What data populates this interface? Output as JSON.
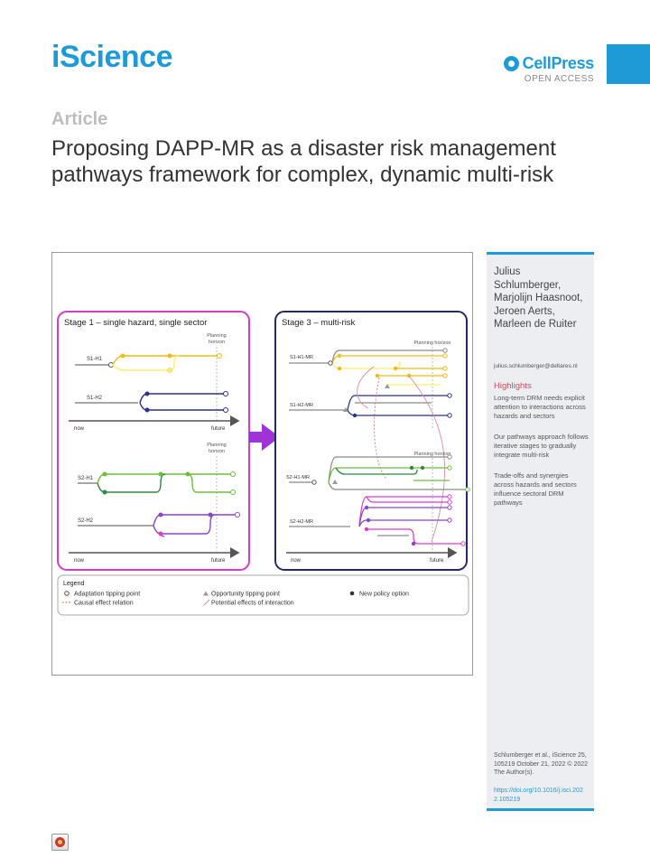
{
  "journal": "iScience",
  "publisher": {
    "name": "CellPress",
    "access": "OPEN ACCESS"
  },
  "article_type": "Article",
  "title": "Proposing DAPP-MR as a disaster risk management pathways framework for complex, dynamic multi-risk",
  "authors": "Julius Schlumberger, Marjolijn Haasnoot, Jeroen Aerts, Marleen de Ruiter",
  "email": "julius.schlumberger@deltares.nl",
  "highlights": {
    "title": "Highlights",
    "items": [
      "Long-term DRM needs explicit attention to interactions across hazards and sectors",
      "Our pathways approach follows iterative stages to gradually integrate multi-risk",
      "Trade-offs and synergies across hazards and sectors influence sectoral DRM pathways"
    ]
  },
  "citation": "Schlumberger et al., iScience 25, 105219 October 21, 2022 © 2022 The Author(s).",
  "doi": "https://doi.org/10.1016/j.isci.2022.105219",
  "figure": {
    "stage1_title": "Stage 1 – single hazard, single sector",
    "stage3_title": "Stage 3 – multi-risk",
    "planning_horizon": "Planning horizon",
    "planning_line1": "Planning",
    "planning_line2": "horizon",
    "now": "now",
    "future": "future",
    "labels": {
      "s1h1": "S1-H1",
      "s1h2": "S1-H2",
      "s2h1": "S2-H1",
      "s2h2": "S2-H2",
      "s1h1mr": "S1-H1-MR",
      "s1h2mr": "S1-H2-MR",
      "s2h1mr": "S2-H1-MR",
      "s2h2mr": "S2-H2-MR"
    },
    "legend": {
      "title": "Legend",
      "adaptation": "Adaptation tipping point",
      "causal": "Causal effect relation",
      "opportunity": "Opportunity tipping point",
      "potential": "Potential effects of interaction",
      "new_policy": "New policy option"
    },
    "colors": {
      "stage1_border": "#d63cc8",
      "stage3_border": "#262a63",
      "arrow": "#a033d6",
      "yellow": "#f2bb16",
      "navy": "#2b2f8f",
      "green": "#6cbf3a",
      "darkgreen": "#2e8b3d",
      "purple": "#8a45c9",
      "magenta": "#d93ccf",
      "gray": "#8a8a8a"
    }
  }
}
